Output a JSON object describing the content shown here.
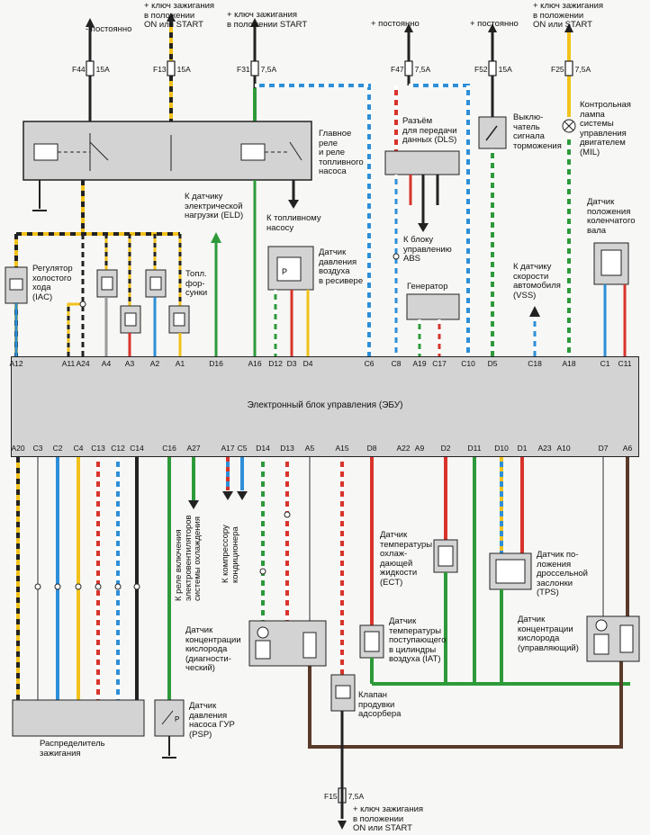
{
  "ecu": {
    "title": "Электронный блок управления (ЭБУ)"
  },
  "top_power": {
    "constant": "- постоянно",
    "ign_on_start": "+ ключ зажигания\nв положении\nON или START",
    "ign_start": "+ ключ зажигания\nв положении START",
    "constant_plus": "+ постоянно",
    "constant_plus2": "+ постоянно",
    "ign_on_start2": "+ ключ зажигания\nв положении\nON или START"
  },
  "fuses": [
    {
      "name": "F44",
      "rating": "15A"
    },
    {
      "name": "F13",
      "rating": "15A"
    },
    {
      "name": "F31",
      "rating": "7,5A"
    },
    {
      "name": "F47",
      "rating": "7,5A"
    },
    {
      "name": "F52",
      "rating": "15A"
    },
    {
      "name": "F25",
      "rating": "7,5A"
    },
    {
      "name": "F15",
      "rating": "7,5A"
    }
  ],
  "components": {
    "main_relay": "Главное\nреле\nи реле\nтопливного\nнасоса",
    "dls": "Разъём\nдля передачи\nданных (DLS)",
    "brake_switch": "Выклю-\nчатель\nсигнала\nторможения",
    "mil": "Контрольная\nлампа\nсистемы\nуправления\nдвигателем\n(MIL)",
    "elд": "К датчику\nэлектрической\nнагрузки (ELD)",
    "fuel_pump": "К топливному\nнасосу",
    "map": "Датчик\nдавления\nвоздуха\nв ресивере",
    "abs": "К блоку\nуправлению\nABS",
    "generator": "Генератор",
    "vss": "К датчику\nскорости\nавтомобиля\n(VSS)",
    "ckp": "Датчик\nположения\nколенчатого\nвала",
    "iac": "Регулятор\nхолостого\nхода\n(IAC)",
    "injectors": "Топл.\nфор-\nсунки",
    "cooling_fan": "К реле включения\nэлектровентиляторов\nсистемы охлаждения",
    "ac_comp": "К компрессору\nкондиционера",
    "ect": "Датчик\nтемпературы\nохлаж-\nдающей\nжидкости\n(ECT)",
    "tps": "Датчик по-\nложения\nдроссельной\nзаслонки\n(TPS)",
    "iat": "Датчик\nтемпературы\nпоступающего\nв цилиндры\nвоздуха (IAT)",
    "o2_diag": "Датчик\nконцентрации\nкислорода\n(диагности-\nческий)",
    "o2_ctrl": "Датчик\nконцентрации\nкислорода\n(управляющий)",
    "psp": "Датчик\nдавления\nнасоса ГУР\n(PSP)",
    "purge": "Клапан\nпродувки\nадсорбера",
    "distributor": "Распределитель\nзажигания",
    "bottom_power": "+ ключ зажигания\nв положении\nON или START"
  },
  "pins_top": [
    "A12",
    "A11",
    "A24",
    "A4",
    "A3",
    "A2",
    "A1",
    "D16",
    "A16",
    "D12",
    "D3",
    "D4",
    "C6",
    "C8",
    "A19",
    "C17",
    "C10",
    "D5",
    "C18",
    "A18",
    "C1",
    "C11"
  ],
  "pins_bottom": [
    "A20",
    "C3",
    "C2",
    "C4",
    "C13",
    "C12",
    "C14",
    "C16",
    "A27",
    "A17",
    "C5",
    "D14",
    "D13",
    "A5",
    "A15",
    "D8",
    "A22",
    "A9",
    "D2",
    "D11",
    "D10",
    "D1",
    "A23",
    "A10",
    "D7",
    "A6"
  ],
  "colors": {
    "black": "#222222",
    "yellow": "#f2c21b",
    "blue": "#2e8fd8",
    "green": "#2d9a3a",
    "red": "#d8342b",
    "white": "#ffffff",
    "grey": "#9a9a9a",
    "box": "#d3d3d3",
    "brown": "#5a3a2a"
  }
}
